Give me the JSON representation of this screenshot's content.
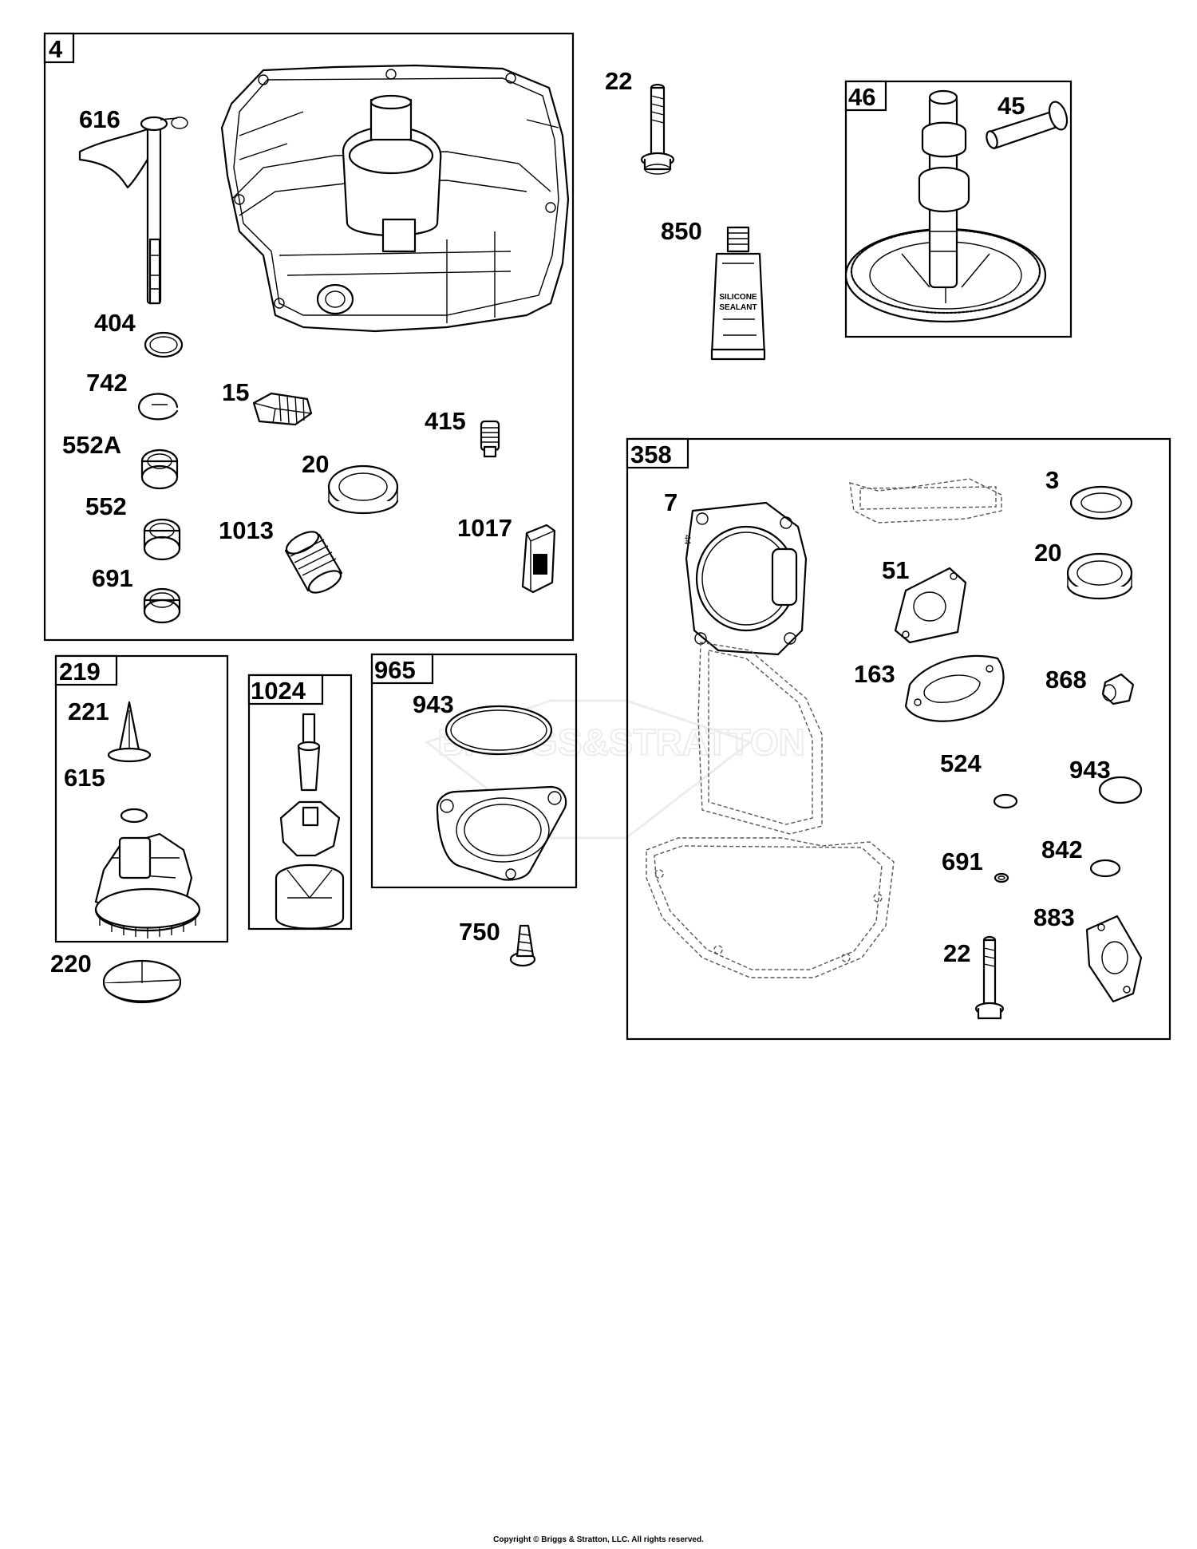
{
  "watermark": "BRIGGS&STRATTON",
  "tube_label": [
    "SILICONE",
    "SEALANT"
  ],
  "gasket_stamp": "44",
  "copyright": "Copyright © Briggs & Stratton, LLC. All rights reserved.",
  "groups": [
    {
      "id": "4",
      "title": "4"
    },
    {
      "id": "46",
      "title": "46"
    },
    {
      "id": "358",
      "title": "358"
    },
    {
      "id": "219",
      "title": "219"
    },
    {
      "id": "1024",
      "title": "1024"
    },
    {
      "id": "965",
      "title": "965"
    }
  ],
  "labels": [
    {
      "id": "616",
      "text": "616"
    },
    {
      "id": "404",
      "text": "404"
    },
    {
      "id": "742",
      "text": "742"
    },
    {
      "id": "15",
      "text": "15"
    },
    {
      "id": "415",
      "text": "415"
    },
    {
      "id": "552A",
      "text": "552A"
    },
    {
      "id": "20a",
      "text": "20"
    },
    {
      "id": "552",
      "text": "552"
    },
    {
      "id": "1013",
      "text": "1013"
    },
    {
      "id": "1017",
      "text": "1017"
    },
    {
      "id": "691a",
      "text": "691"
    },
    {
      "id": "22a",
      "text": "22"
    },
    {
      "id": "850",
      "text": "850"
    },
    {
      "id": "45",
      "text": "45"
    },
    {
      "id": "7",
      "text": "7"
    },
    {
      "id": "3",
      "text": "3"
    },
    {
      "id": "20b",
      "text": "20"
    },
    {
      "id": "51",
      "text": "51"
    },
    {
      "id": "163",
      "text": "163"
    },
    {
      "id": "868",
      "text": "868"
    },
    {
      "id": "524",
      "text": "524"
    },
    {
      "id": "943b",
      "text": "943"
    },
    {
      "id": "691b",
      "text": "691"
    },
    {
      "id": "842",
      "text": "842"
    },
    {
      "id": "883",
      "text": "883"
    },
    {
      "id": "22b",
      "text": "22"
    },
    {
      "id": "221",
      "text": "221"
    },
    {
      "id": "615",
      "text": "615"
    },
    {
      "id": "220",
      "text": "220"
    },
    {
      "id": "943a",
      "text": "943"
    },
    {
      "id": "750",
      "text": "750"
    }
  ]
}
